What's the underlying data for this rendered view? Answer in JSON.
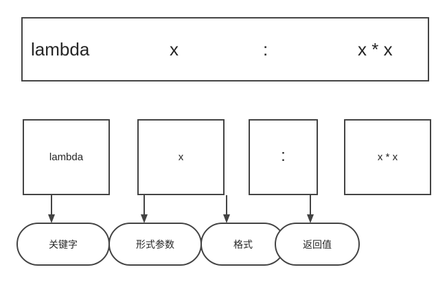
{
  "diagram": {
    "title_text": "lambda x : x * x",
    "colors": {
      "stroke": "#434343",
      "text": "#262626",
      "background": "#ffffff"
    },
    "expression": {
      "tokens": [
        {
          "text": "lambda"
        },
        {
          "text": "x"
        },
        {
          "text": ":"
        },
        {
          "text": "x * x"
        }
      ]
    },
    "parts": [
      {
        "text": "lambda"
      },
      {
        "text": "x"
      },
      {
        "text": ":"
      },
      {
        "text": "x * x"
      }
    ],
    "roles": [
      {
        "text": "关键字"
      },
      {
        "text": "形式参数"
      },
      {
        "text": "格式"
      },
      {
        "text": "返回值"
      }
    ],
    "connectors": [
      {
        "name": "arrow-lambda-to-keyword"
      },
      {
        "name": "arrow-x-to-parameter"
      },
      {
        "name": "arrow-colon-to-format"
      },
      {
        "name": "arrow-expr-to-return"
      }
    ]
  }
}
